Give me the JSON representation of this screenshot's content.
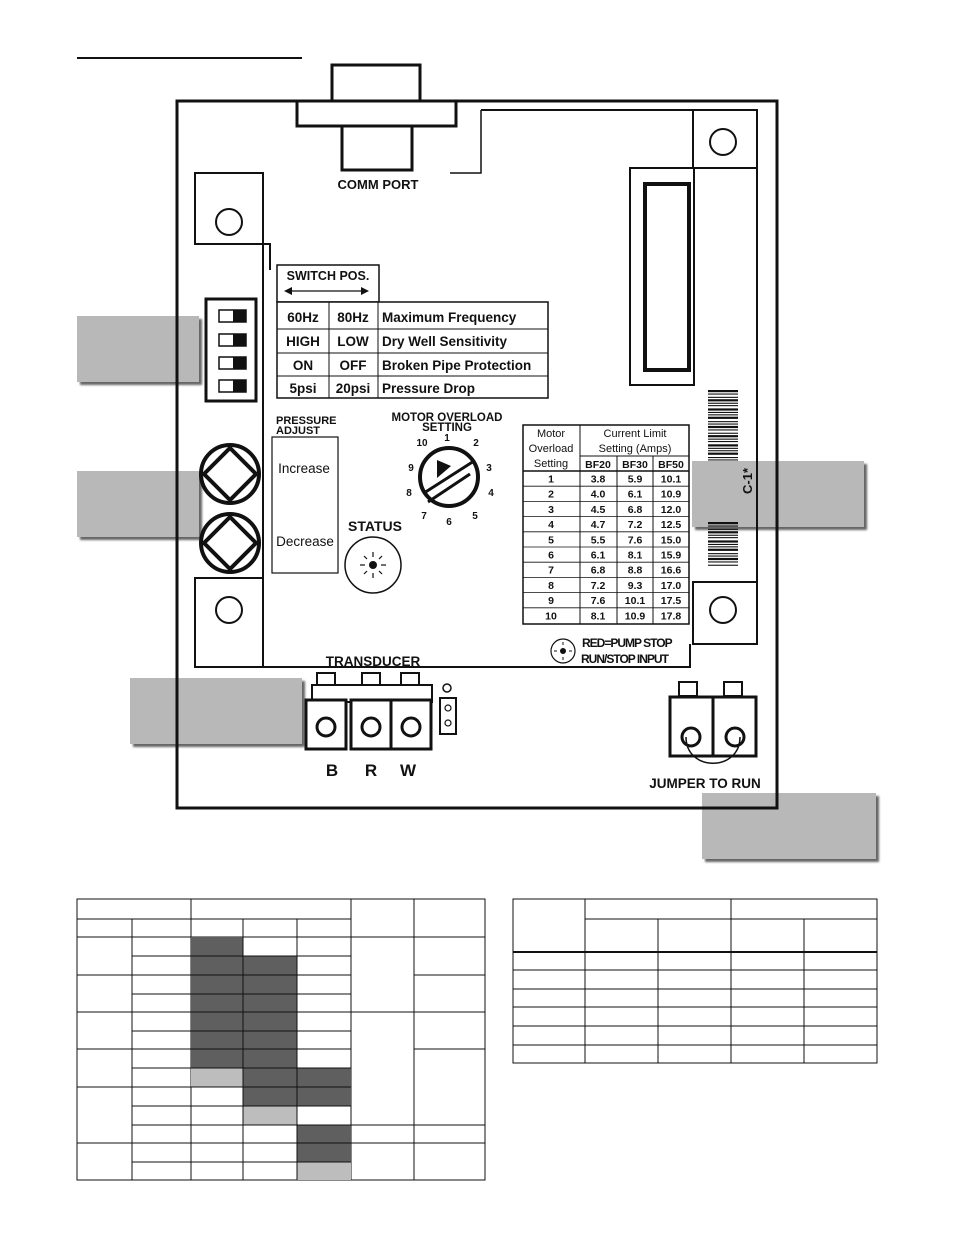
{
  "labels": {
    "comm_port": "COMM PORT",
    "switch_pos": "SWITCH POS.",
    "pressure_adjust_1": "PRESSURE",
    "pressure_adjust_2": "ADJUST",
    "increase": "Increase",
    "decrease": "Decrease",
    "status": "STATUS",
    "motor_overload_1": "MOTOR OVERLOAD",
    "motor_overload_2": "SETTING",
    "transducer": "TRANSDUCER",
    "b": "B",
    "r": "R",
    "w": "W",
    "jumper_to_run": "JUMPER TO RUN",
    "red_pump_stop": "RED=PUMP STOP",
    "run_stop_input": "RUN/STOP INPUT",
    "barcode_code": "C-1*"
  },
  "switch_table": [
    {
      "a": "60Hz",
      "b": "80Hz",
      "desc": "Maximum Frequency"
    },
    {
      "a": "HIGH",
      "b": "LOW",
      "desc": "Dry Well Sensitivity"
    },
    {
      "a": "ON",
      "b": "OFF",
      "desc": "Broken Pipe Protection"
    },
    {
      "a": "5psi",
      "b": "20psi",
      "desc": "Pressure Drop"
    }
  ],
  "dial_numbers": [
    "1",
    "2",
    "3",
    "4",
    "5",
    "6",
    "7",
    "8",
    "9",
    "10"
  ],
  "overload_table": {
    "h1": "Motor",
    "h2": "Overload",
    "h3": "Setting",
    "current_limit_1": "Current Limit",
    "current_limit_2": "Setting (Amps)",
    "cols": [
      "BF20",
      "BF30",
      "BF50"
    ],
    "rows": [
      [
        "1",
        "3.8",
        "5.9",
        "10.1"
      ],
      [
        "2",
        "4.0",
        "6.1",
        "10.9"
      ],
      [
        "3",
        "4.5",
        "6.8",
        "12.0"
      ],
      [
        "4",
        "4.7",
        "7.2",
        "12.5"
      ],
      [
        "5",
        "5.5",
        "7.6",
        "15.0"
      ],
      [
        "6",
        "6.1",
        "8.1",
        "15.9"
      ],
      [
        "7",
        "6.8",
        "8.8",
        "16.6"
      ],
      [
        "8",
        "7.2",
        "9.3",
        "17.0"
      ],
      [
        "9",
        "7.6",
        "10.1",
        "17.5"
      ],
      [
        "10",
        "8.1",
        "10.9",
        "17.8"
      ]
    ]
  },
  "colors": {
    "callout_gray": "#b8b8b8",
    "dark_fill": "#5f5f5f",
    "light_fill": "#bdbdbd",
    "line": "#111111"
  }
}
